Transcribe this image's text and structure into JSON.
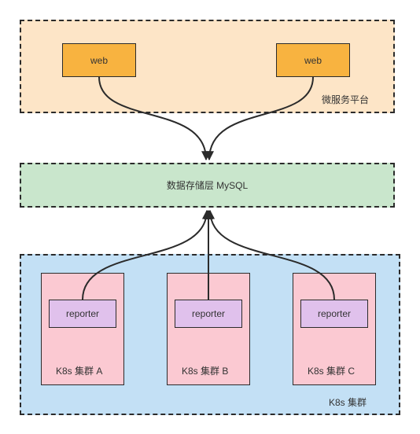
{
  "platform": {
    "label": "微服务平台",
    "web_left": "web",
    "web_right": "web"
  },
  "storage": {
    "label": "数据存储层 MySQL"
  },
  "k8s": {
    "label": "K8s 集群",
    "clusters": [
      {
        "label": "K8s 集群 A",
        "reporter": "reporter"
      },
      {
        "label": "K8s 集群 B",
        "reporter": "reporter"
      },
      {
        "label": "K8s 集群 C",
        "reporter": "reporter"
      }
    ]
  }
}
